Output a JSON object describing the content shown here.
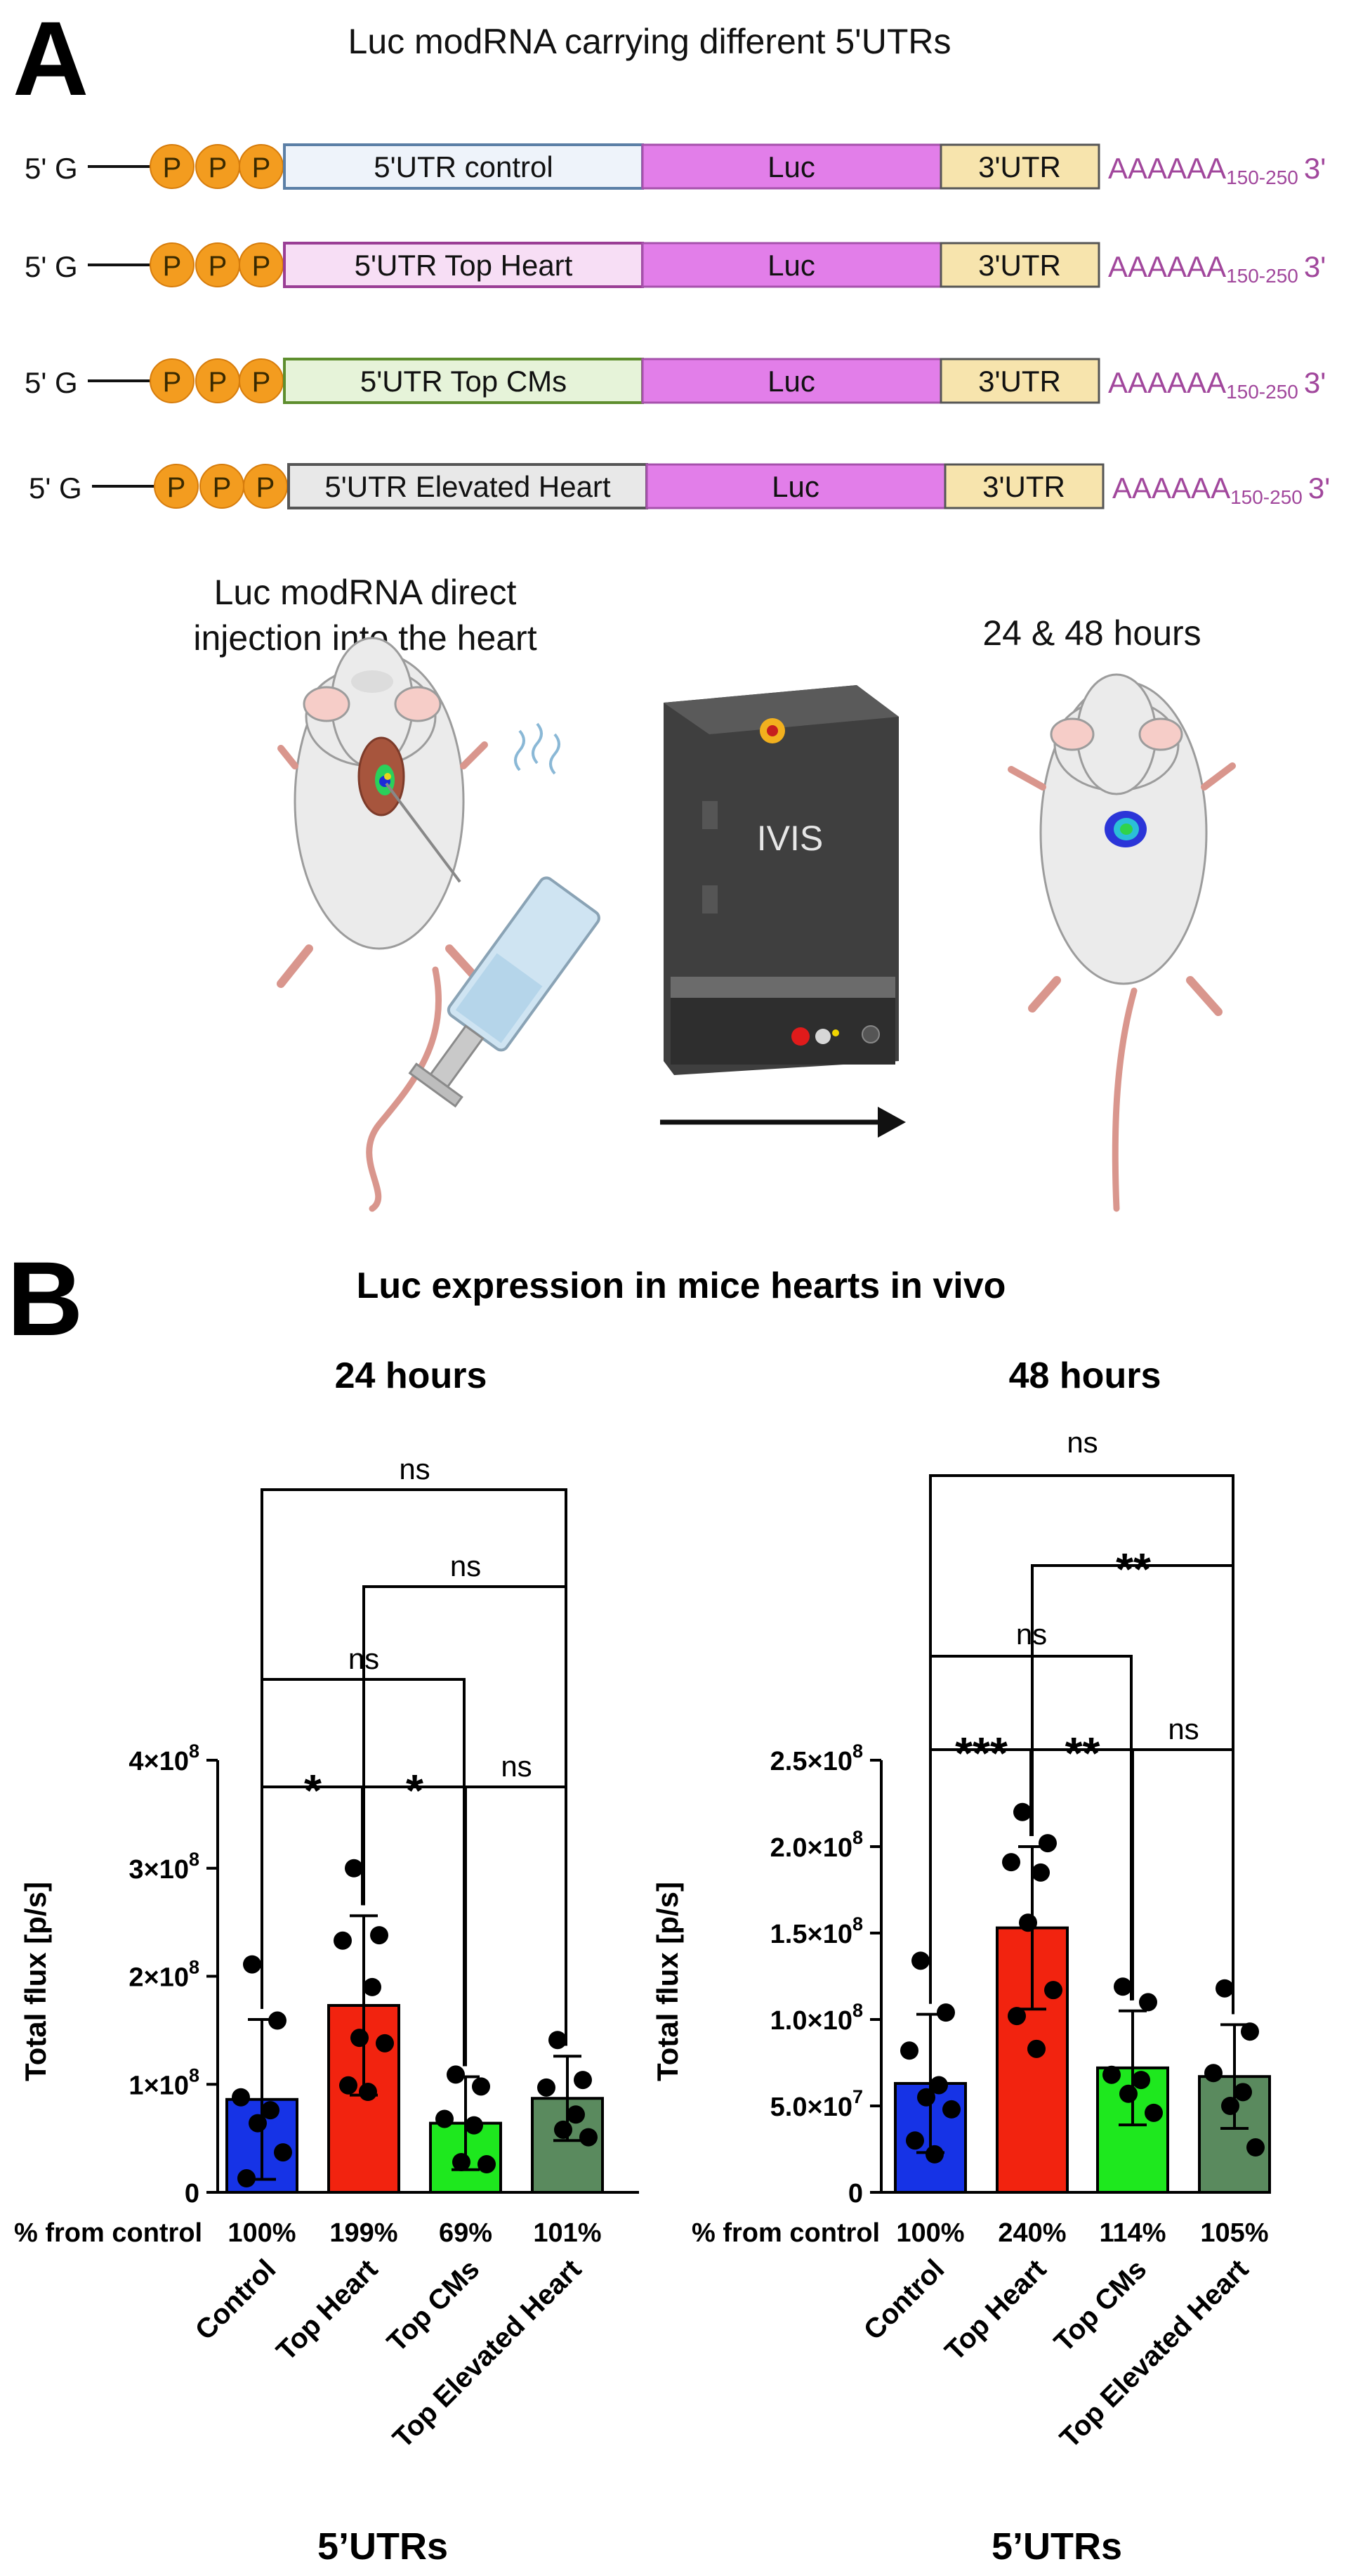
{
  "panel_a": {
    "label": "A",
    "title": "Luc modRNA carrying different 5'UTRs",
    "constructs": [
      {
        "utr5": "5'UTR  control",
        "fill": "#eef3fa",
        "stroke": "#5b7fa6"
      },
      {
        "utr5": "5'UTR  Top Heart",
        "fill": "#f7def5",
        "stroke": "#9a3e95"
      },
      {
        "utr5": "5'UTR  Top CMs",
        "fill": "#e6f3d9",
        "stroke": "#5e8e2e"
      },
      {
        "utr5": "5'UTR  Elevated Heart",
        "fill": "#e8e8e8",
        "stroke": "#555555"
      }
    ],
    "cap_prefix": "5' G",
    "phosphate": "P",
    "luc_label": "Luc",
    "utr3_label": "3'UTR",
    "polya_main": "AAAAAA",
    "polya_sub": "150-250",
    "polya_end": "3'",
    "injection_text": [
      "Luc modRNA direct",
      "injection into the heart"
    ],
    "imager_label": "IVIS",
    "time_text": "24 & 48 hours",
    "colors": {
      "phosphate": "#f39c1f",
      "luc": "#e27ee9",
      "utr3": "#f7e4ad",
      "polya": "#a1479c"
    }
  },
  "panel_b": {
    "label": "B",
    "title": "Luc expression in mice hearts in vivo",
    "pct_label": "% from control",
    "xlabel": "5’UTRs",
    "ylabel": "Total flux [p/s]"
  },
  "chart_data": [
    {
      "type": "bar",
      "title": "24 hours",
      "categories": [
        "Control",
        "Top Heart",
        "Top CMs",
        "Top Elevated Heart"
      ],
      "values": [
        86000000,
        173000000,
        64000000,
        87000000
      ],
      "errors": [
        74000000,
        83000000,
        43000000,
        39000000
      ],
      "colors": [
        "#1633e6",
        "#f2230f",
        "#1ee81e",
        "#5a8a5e"
      ],
      "pct_from_control": [
        "100%",
        "199%",
        "69%",
        "101%"
      ],
      "points": [
        [
          211000000,
          159000000,
          88000000,
          76000000,
          64000000,
          37000000,
          13000000
        ],
        [
          300000000,
          238000000,
          233000000,
          190000000,
          143000000,
          138000000,
          99000000,
          93000000
        ],
        [
          109000000,
          98000000,
          68000000,
          62000000,
          28000000,
          26000000
        ],
        [
          141000000,
          104000000,
          97000000,
          72000000,
          58000000,
          51000000
        ]
      ],
      "ylim": [
        0,
        400000000
      ],
      "yticks": [
        0,
        100000000,
        200000000,
        300000000,
        400000000
      ],
      "ytick_labels": [
        "0",
        "1×10",
        "2×10",
        "3×10",
        "4×10"
      ],
      "ytick_exp": [
        "",
        "8",
        "8",
        "8",
        "8"
      ],
      "comparisons": [
        {
          "a": 0,
          "b": 1,
          "label": "*"
        },
        {
          "a": 1,
          "b": 2,
          "label": "*"
        },
        {
          "a": 2,
          "b": 3,
          "label": "ns"
        },
        {
          "a": 0,
          "b": 2,
          "label": "ns"
        },
        {
          "a": 1,
          "b": 3,
          "label": "ns"
        },
        {
          "a": 0,
          "b": 3,
          "label": "ns"
        }
      ]
    },
    {
      "type": "bar",
      "title": "48 hours",
      "categories": [
        "Control",
        "Top Heart",
        "Top CMs",
        "Top Elevated Heart"
      ],
      "values": [
        63000000,
        153000000,
        72000000,
        67000000
      ],
      "errors": [
        40000000,
        47000000,
        33000000,
        30000000
      ],
      "colors": [
        "#1633e6",
        "#f2230f",
        "#1ee81e",
        "#5a8a5e"
      ],
      "pct_from_control": [
        "100%",
        "240%",
        "114%",
        "105%"
      ],
      "points": [
        [
          134000000,
          104000000,
          82000000,
          62000000,
          55000000,
          48000000,
          30000000,
          22000000
        ],
        [
          220000000,
          202000000,
          191000000,
          185000000,
          156000000,
          117000000,
          102000000,
          83000000
        ],
        [
          119000000,
          110000000,
          68000000,
          65000000,
          57000000,
          46000000
        ],
        [
          118000000,
          93000000,
          69000000,
          58000000,
          50000000,
          26000000
        ]
      ],
      "ylim": [
        0,
        250000000
      ],
      "yticks": [
        0,
        50000000,
        100000000,
        150000000,
        200000000,
        250000000
      ],
      "ytick_labels": [
        "0",
        "5.0×10",
        "1.0×10",
        "1.5×10",
        "2.0×10",
        "2.5×10"
      ],
      "ytick_exp": [
        "",
        "7",
        "8",
        "8",
        "8",
        "8"
      ],
      "comparisons": [
        {
          "a": 0,
          "b": 1,
          "label": "***"
        },
        {
          "a": 1,
          "b": 2,
          "label": "**"
        },
        {
          "a": 2,
          "b": 3,
          "label": "ns"
        },
        {
          "a": 0,
          "b": 2,
          "label": "ns"
        },
        {
          "a": 1,
          "b": 3,
          "label": "**"
        },
        {
          "a": 0,
          "b": 3,
          "label": "ns"
        }
      ]
    }
  ]
}
